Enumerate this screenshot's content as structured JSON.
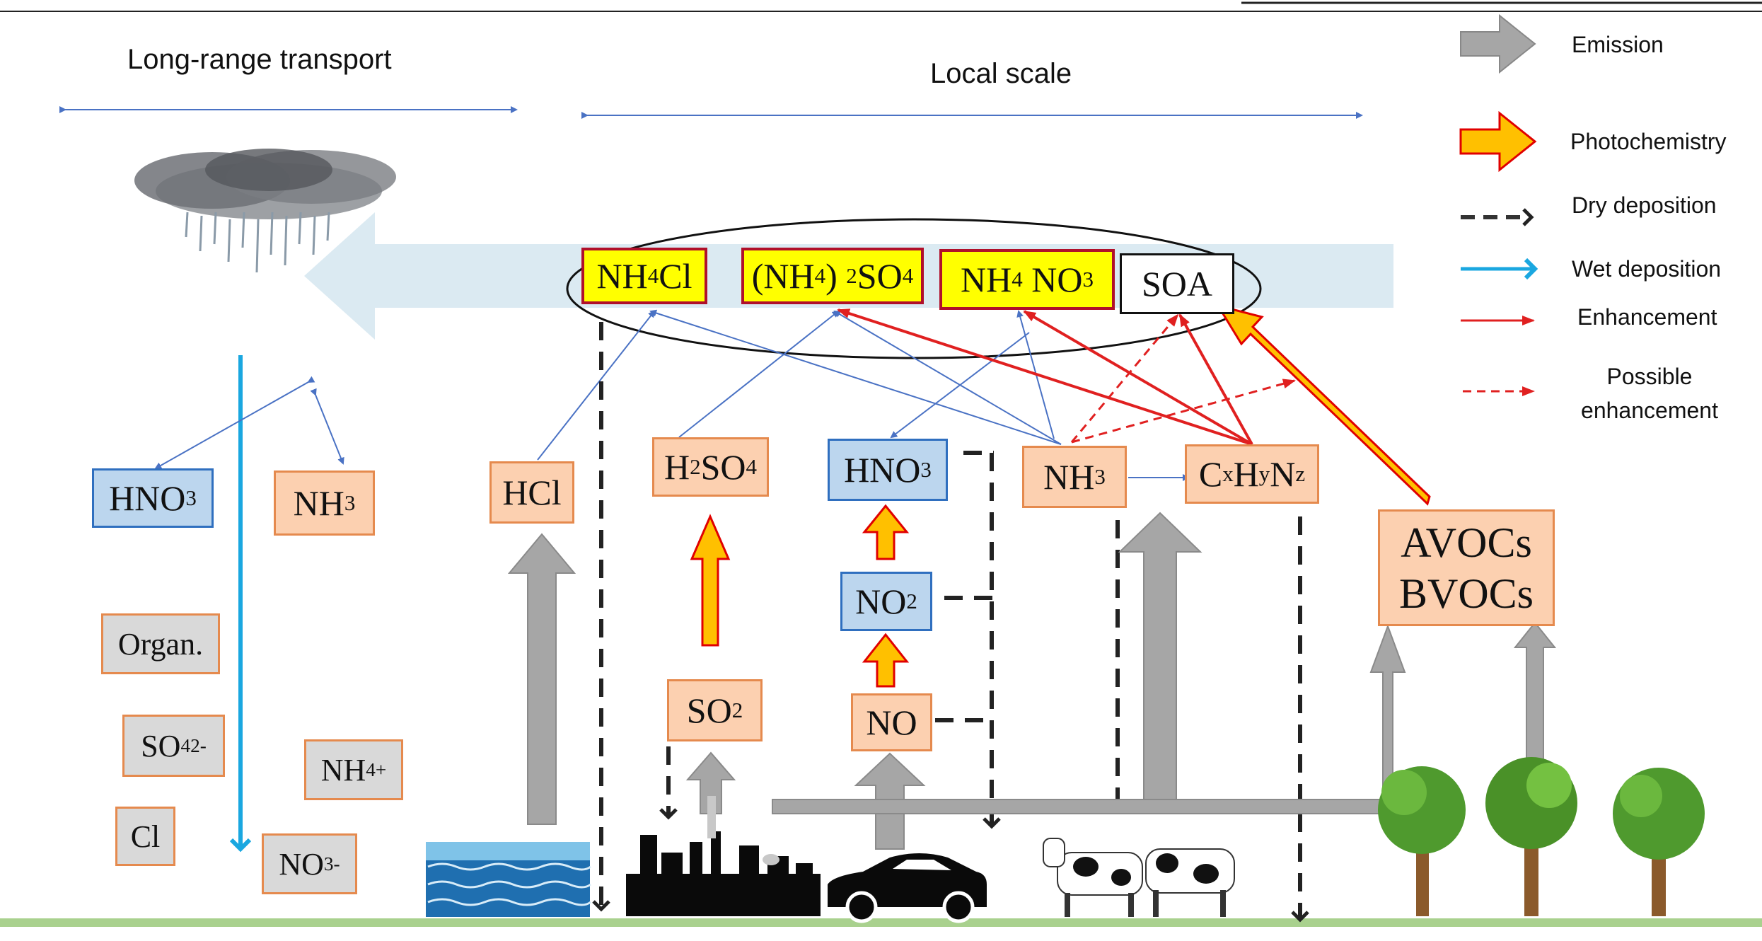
{
  "scale_labels": {
    "long_range": "Long-range transport",
    "local": "Local scale"
  },
  "legend": {
    "emission": "Emission",
    "photochemistry": "Photochemistry",
    "dry_deposition": "Dry deposition",
    "wet_deposition": "Wet deposition",
    "enhancement": "Enhancement",
    "possible_enhancement_line1": "Possible",
    "possible_enhancement_line2": "enhancement"
  },
  "particles": {
    "nh4cl": {
      "base": "NH",
      "sub": "4",
      "tail": "Cl"
    },
    "nh4_2so4": {
      "a": "(NH",
      "sub1": "4",
      "b": ") ",
      "sub2": "2",
      "c": "SO",
      "sub3": "4"
    },
    "nh4no3": {
      "a": "NH",
      "sub1": "4",
      "b": " NO",
      "sub2": "3"
    },
    "soa": "SOA"
  },
  "gases": {
    "hcl": "HCl",
    "h2so4": {
      "a": "H",
      "sub1": "2",
      "b": "SO",
      "sub2": "4"
    },
    "hno3": {
      "a": "HNO",
      "sub": "3"
    },
    "no2": {
      "a": "NO",
      "sub": "2"
    },
    "no": "NO",
    "so2": {
      "a": "SO",
      "sub": "2"
    },
    "nh3": {
      "a": "NH",
      "sub": "3"
    },
    "cxhynz": {
      "a": "C",
      "s1": "x",
      "b": "H",
      "s2": "y",
      "c": "N",
      "s3": "z"
    },
    "vocs_line1": "AVOCs",
    "vocs_line2": "BVOCs"
  },
  "long_range_species": {
    "hno3": {
      "a": "HNO",
      "sub": "3"
    },
    "nh3": {
      "a": "NH",
      "sub": "3"
    },
    "organ": "Organ.",
    "so4": {
      "a": "SO",
      "sub": "4",
      "sup": "2-"
    },
    "nh4": {
      "a": "NH",
      "sub": "4",
      "sup": "+"
    },
    "cl": "Cl",
    "no3": {
      "a": "NO",
      "sub": "3",
      "sup": "-"
    }
  },
  "colors": {
    "emission_grey": "#a6a6a6",
    "photochem_fill": "#ffc000",
    "photochem_border": "#e00000",
    "wet_blue": "#1aa7e0",
    "enhancement_red": "#e02020",
    "thin_blue": "#4a72c4",
    "transport_band": "#dbeaf2",
    "ground_green": "#a9d18e"
  },
  "icons": [
    "rain-cloud-icon",
    "water-icon",
    "factory-icon",
    "car-icon",
    "cows-icon",
    "trees-icon"
  ]
}
